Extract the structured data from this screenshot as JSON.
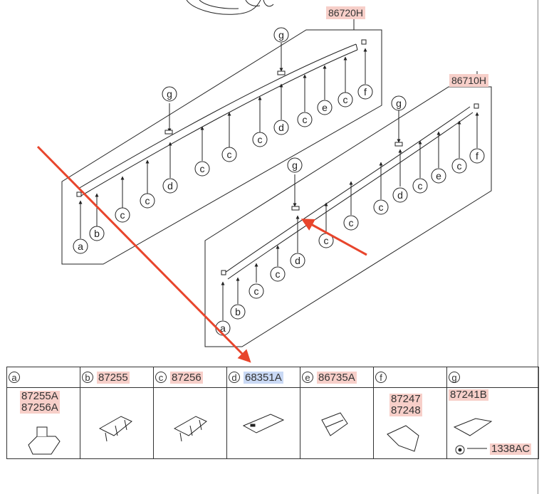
{
  "diagram": {
    "callouts": {
      "rail_upper": "86720H",
      "rail_lower": "86710H"
    },
    "letters": [
      "a",
      "b",
      "c",
      "d",
      "e",
      "f",
      "g"
    ]
  },
  "legend": {
    "headers": [
      {
        "letter": "a",
        "part": ""
      },
      {
        "letter": "b",
        "part": "87255"
      },
      {
        "letter": "c",
        "part": "87256"
      },
      {
        "letter": "d",
        "part": "68351A"
      },
      {
        "letter": "e",
        "part": "86735A"
      },
      {
        "letter": "f",
        "part": ""
      },
      {
        "letter": "g",
        "part": ""
      }
    ],
    "parts": {
      "a": [
        "87255A",
        "87256A"
      ],
      "f": [
        "87247",
        "87248"
      ],
      "g_top": "87241B",
      "g_bottom": "1338AC"
    }
  },
  "colors": {
    "arrow": "#e8452c",
    "highlight_pink": "#f7cfc9",
    "highlight_blue": "#c9d9f5"
  }
}
